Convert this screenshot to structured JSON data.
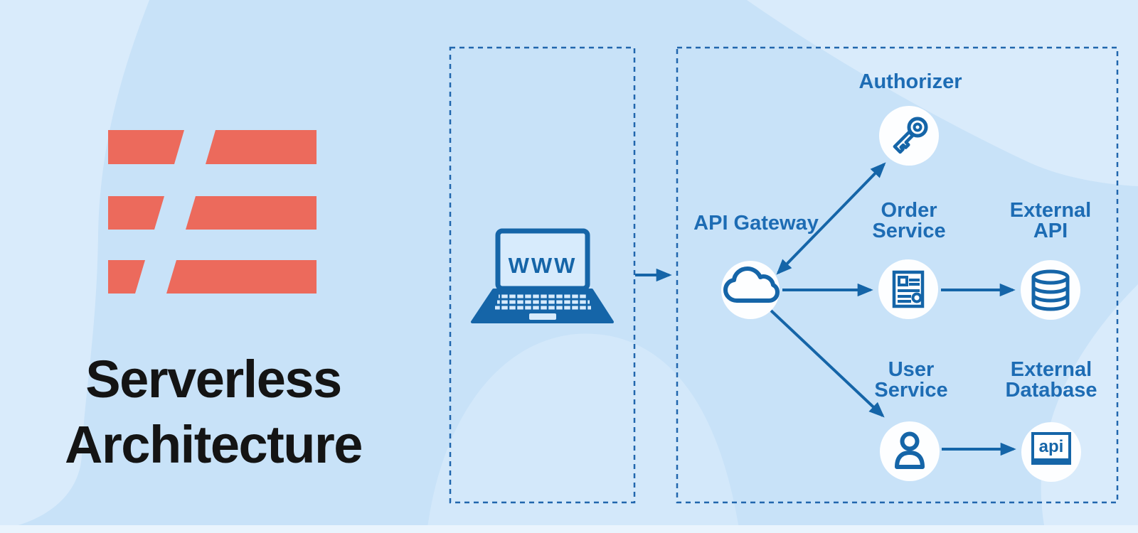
{
  "page": {
    "background_color": "#c8e2f8",
    "blob_color": "#d9ebfb",
    "bottom_band_color": "#e9f4fd"
  },
  "branding": {
    "logo_icon": "serverless-logo",
    "logo_color": "#ec6a5c",
    "title_line1": "Serverless",
    "title_line2": "Architecture",
    "title_color": "#141414"
  },
  "client_box": {
    "laptop_icon": "laptop-icon",
    "laptop_screen_text": "WWW"
  },
  "architecture_box": {
    "label_color": "#1d6cb4",
    "line_color": "#1565a8",
    "nodes": {
      "api_gateway": {
        "label": "API Gateway",
        "icon": "cloud-icon"
      },
      "authorizer": {
        "label": "Authorizer",
        "icon": "key-icon"
      },
      "order_service": {
        "label_line1": "Order",
        "label_line2": "Service",
        "icon": "document-icon"
      },
      "external_api": {
        "label_line1": "External",
        "label_line2": "API",
        "icon": "database-icon"
      },
      "user_service": {
        "label_line1": "User",
        "label_line2": "Service",
        "icon": "user-icon"
      },
      "external_database": {
        "label_line1": "External",
        "label_line2": "Database",
        "icon": "api-badge-icon",
        "icon_text": "api"
      }
    },
    "connections": [
      {
        "from": "client",
        "to": "api_gateway",
        "arrows": "one-way"
      },
      {
        "from": "api_gateway",
        "to": "authorizer",
        "arrows": "two-way"
      },
      {
        "from": "api_gateway",
        "to": "order_service",
        "arrows": "one-way"
      },
      {
        "from": "api_gateway",
        "to": "user_service",
        "arrows": "one-way"
      },
      {
        "from": "order_service",
        "to": "external_api",
        "arrows": "one-way"
      },
      {
        "from": "user_service",
        "to": "external_database",
        "arrows": "one-way"
      }
    ]
  }
}
